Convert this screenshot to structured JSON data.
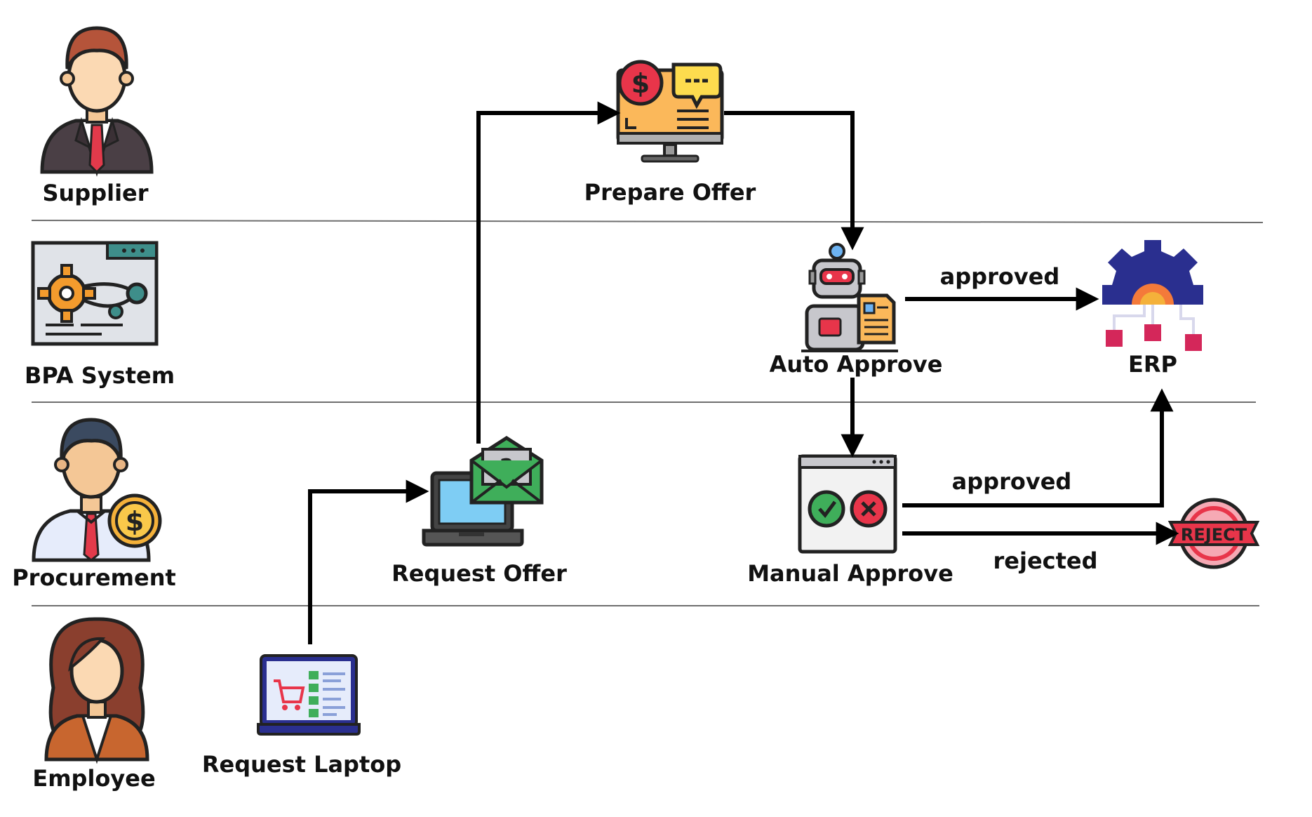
{
  "lanes": [
    {
      "id": "supplier",
      "label": "Supplier",
      "icon": "businessman-icon"
    },
    {
      "id": "bpa",
      "label": "BPA System",
      "icon": "automation-screen-icon"
    },
    {
      "id": "procurement",
      "label": "Procurement",
      "icon": "procurement-person-icon"
    },
    {
      "id": "employee",
      "label": "Employee",
      "icon": "businesswoman-icon"
    }
  ],
  "nodes": {
    "request_laptop": {
      "label": "Request Laptop",
      "icon": "shopping-laptop-icon"
    },
    "request_offer": {
      "label": "Request Offer",
      "icon": "laptop-envelope-icon"
    },
    "prepare_offer": {
      "label": "Prepare Offer",
      "icon": "monitor-dollar-chat-icon"
    },
    "auto_approve": {
      "label": "Auto Approve",
      "icon": "robot-document-icon"
    },
    "erp": {
      "label": "ERP",
      "icon": "gear-erp-icon"
    },
    "manual_approve": {
      "label": "Manual Approve",
      "icon": "approve-reject-window-icon"
    },
    "reject": {
      "label": "REJECT",
      "icon": "reject-stamp-icon"
    }
  },
  "edges": {
    "auto_to_erp": {
      "label": "approved"
    },
    "manual_to_erp": {
      "label": "approved"
    },
    "manual_to_reject": {
      "label": "rejected"
    }
  },
  "colors": {
    "arrow": "#000000",
    "lane_divider": "#6f6f6f",
    "outline": "#2b2b2b",
    "reject_red": "#e8354a",
    "erp_navy": "#2a2f8f",
    "green": "#3fae5a",
    "orange": "#f39b2d"
  }
}
